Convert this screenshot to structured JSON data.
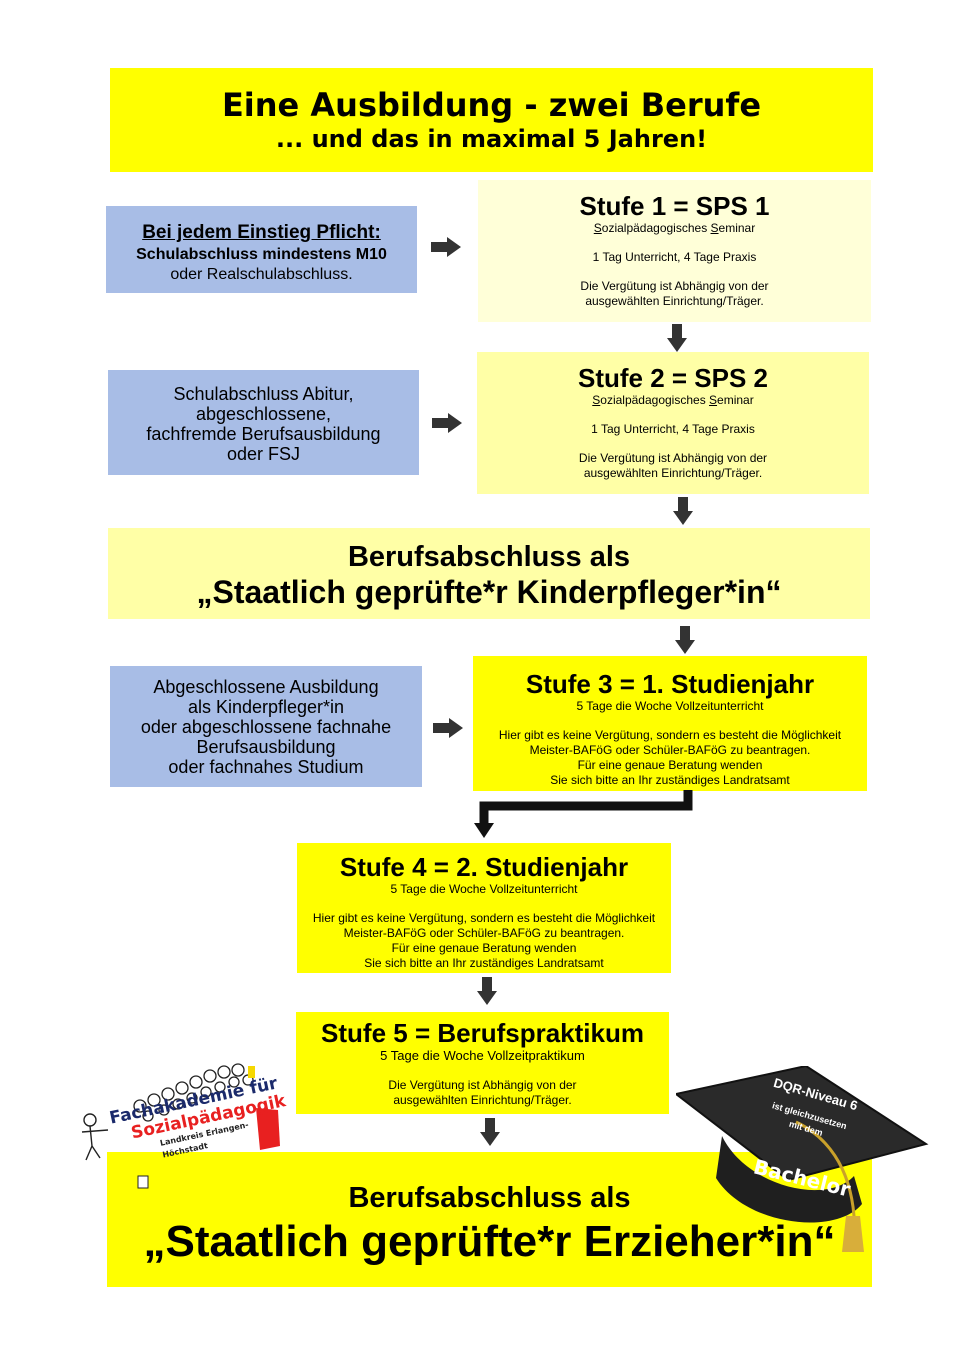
{
  "header": {
    "title": "Eine Ausbildung - zwei Berufe",
    "subtitle": "... und das in maximal 5 Jahren!"
  },
  "entry1": {
    "heading": "Bei jedem Einstieg Pflicht:",
    "line2": "Schulabschluss mindestens M10",
    "line3": "oder Realschulabschluss."
  },
  "stufe1": {
    "title": "Stufe 1 = SPS 1",
    "seminar_s1": "S",
    "seminar_mid": "ozialpädagogisches ",
    "seminar_s2": "S",
    "seminar_end": "eminar",
    "schedule": "1 Tag Unterricht, 4 Tage Praxis",
    "pay1": "Die Vergütung ist Abhängig von der",
    "pay2": "ausgewählten Einrichtung/Träger."
  },
  "entry2": {
    "line1": "Schulabschluss Abitur,",
    "line2": "abgeschlossene,",
    "line3": "fachfremde Berufsausbildung",
    "line4": "oder FSJ"
  },
  "stufe2": {
    "title": "Stufe 2 = SPS 2",
    "seminar_s1": "S",
    "seminar_mid": "ozialpädagogisches ",
    "seminar_s2": "S",
    "seminar_end": "eminar",
    "schedule": "1 Tag Unterricht, 4 Tage Praxis",
    "pay1": "Die Vergütung ist Abhängig von der",
    "pay2": "ausgewählten Einrichtung/Träger."
  },
  "kinderpfleger": {
    "line1": "Berufsabschluss als",
    "line2": "„Staatlich geprüfte*r Kinderpfleger*in“"
  },
  "entry3": {
    "line1": "Abgeschlossene Ausbildung",
    "line2": "als Kinderpfleger*in",
    "line3": "oder abgeschlossene fachnahe",
    "line4": "Berufsausbildung",
    "line5": "oder fachnahes Studium"
  },
  "stufe3": {
    "title": "Stufe 3 = 1. Studienjahr",
    "schedule": "5 Tage die Woche Vollzeitunterricht",
    "info1": "Hier gibt es keine Vergütung, sondern es besteht die Möglichkeit",
    "info2": "Meister-BAFöG oder Schüler-BAFöG zu beantragen.",
    "info3": "Für eine genaue Beratung wenden",
    "info4": "Sie sich bitte an Ihr zuständiges Landratsamt"
  },
  "stufe4": {
    "title": "Stufe 4 = 2. Studienjahr",
    "schedule": "5 Tage die Woche Vollzeitunterricht",
    "info1": "Hier gibt es keine Vergütung, sondern es besteht die Möglichkeit",
    "info2": "Meister-BAFöG oder Schüler-BAFöG zu beantragen.",
    "info3": "Für eine genaue Beratung wenden",
    "info4": "Sie sich bitte an Ihr zuständiges Landratsamt"
  },
  "stufe5": {
    "title": "Stufe 5 = Berufspraktikum",
    "schedule": "5 Tage die Woche Vollzeitpraktikum",
    "pay1": "Die Vergütung ist Abhängig von der",
    "pay2": "ausgewählten Einrichtung/Träger."
  },
  "erzieher": {
    "line1": "Berufsabschluss als",
    "line2": "„Staatlich geprüfte*r Erzieher*in“"
  },
  "logo": {
    "line1": "Fachakademie für",
    "line2": "Sozialpädagogik",
    "line3": "Landkreis Erlangen-Höchstadt"
  },
  "cap": {
    "line1": "DQR-Niveau 6",
    "line2": "ist gleichzusetzen",
    "line3": "mit dem",
    "line4": "Bachelor"
  },
  "colors": {
    "yellow": "#ffff00",
    "light_yellow": "#ffffa6",
    "pale_yellow": "#ffffd8",
    "blue": "#a8bde6"
  },
  "icons": [
    "arrow-right-icon",
    "arrow-down-icon",
    "graduation-cap-icon",
    "people-logo-icon"
  ]
}
